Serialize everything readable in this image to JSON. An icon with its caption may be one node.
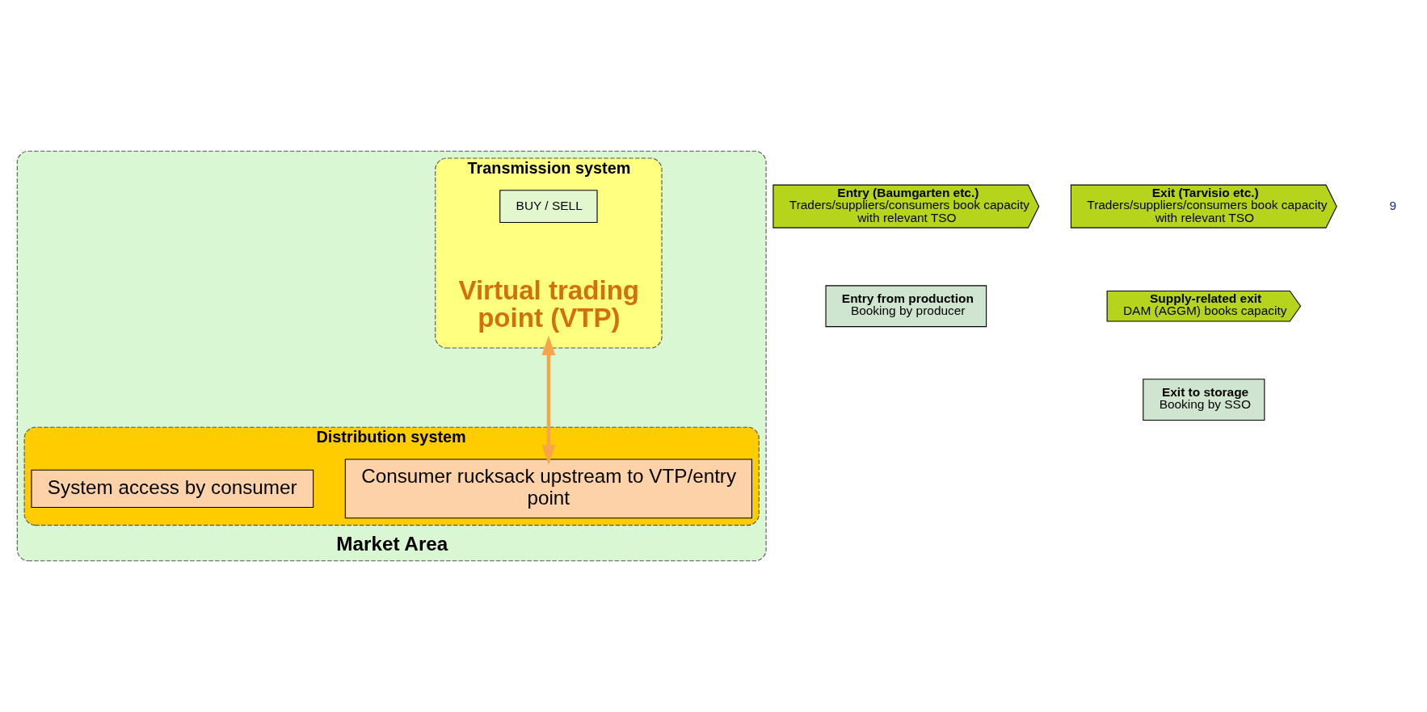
{
  "diagram": {
    "nodes": [
      {
        "text": [
          "Market Area"
        ]
      },
      {
        "text": [
          "Transmission system"
        ],
        "in": 0
      },
      {
        "text": [
          "Entry (Baumgarten etc.)",
          "Traders/suppliers/consumers book capacity with relevant TSO"
        ]
      },
      {
        "text": [
          "BUY / SELL"
        ],
        "in": 1
      },
      {
        "text": [
          "Virtual trading point (VTP)"
        ],
        "in": 1
      },
      {
        "text": [
          "Exit (Tarvisio etc.)",
          "Traders/suppliers/consumers book capacity with relevant TSO"
        ]
      },
      {
        "text": [
          "Supply-related exit",
          "DAM (AGGM) books capacity"
        ]
      },
      {
        "text": [
          "Entry from production",
          "Booking by producer"
        ]
      },
      {
        "text": [
          "Exit to storage",
          "Booking by SSO"
        ]
      },
      {
        "text": [
          "Distribution system"
        ],
        "in": 0
      },
      {
        "text": [
          "Consumer rucksack upstream to VTP/entry point"
        ],
        "in": 9
      },
      {
        "text": [
          "System access by consumer"
        ],
        "in": 9
      }
    ],
    "edges": [
      {
        "from": 4,
        "to": 10,
        "arrow": "both",
        "color": "#f7a54a"
      }
    ],
    "labels": [
      "9"
    ]
  }
}
